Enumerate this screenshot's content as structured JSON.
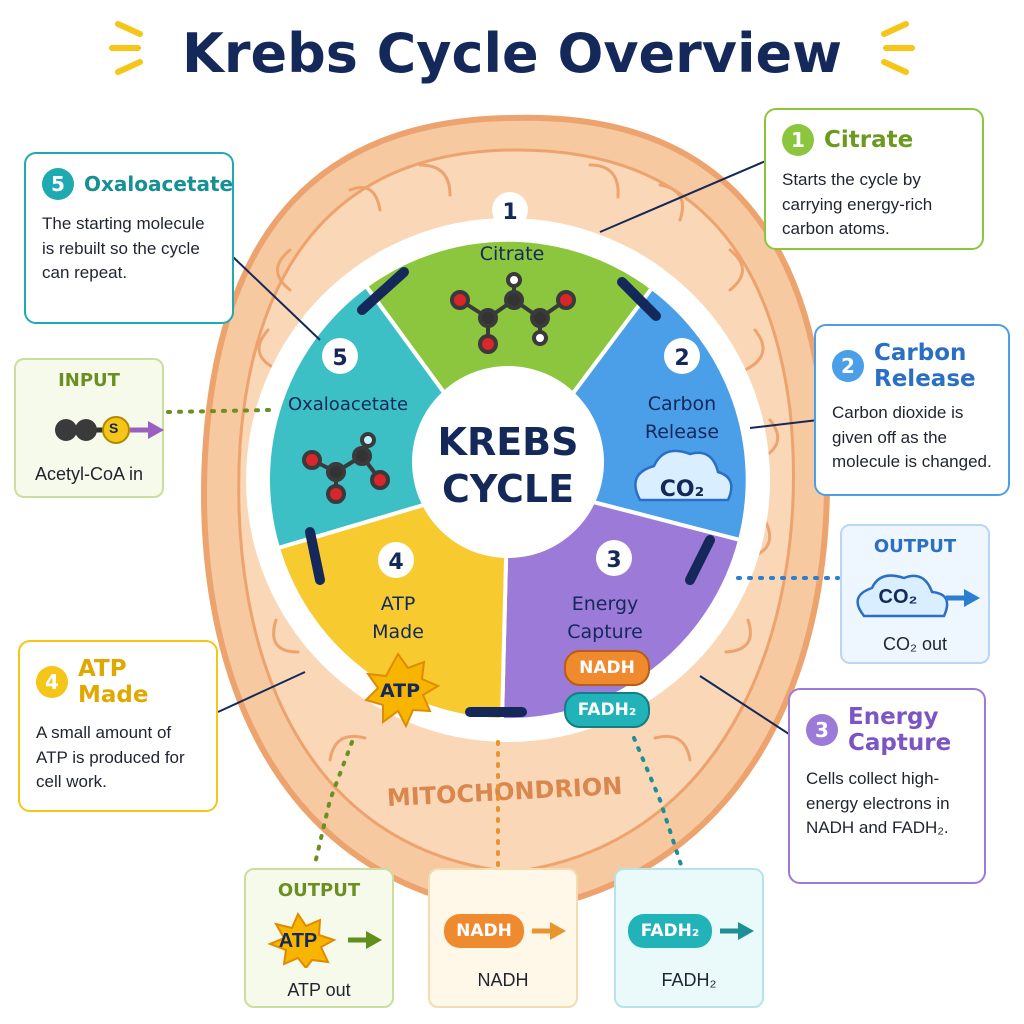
{
  "title": "Krebs Cycle Overview",
  "center_label": [
    "KREBS",
    "CYCLE"
  ],
  "mitochondrion_label": "MITOCHONDRION",
  "colors": {
    "navy": "#14285a",
    "green": "#8cc63f",
    "blue": "#4a9fe8",
    "purple": "#9b7ad8",
    "yellow": "#f7cb2f",
    "teal": "#3dbfc6",
    "orange": "#f08a2e",
    "mito_fill": "#f6c9a0",
    "mito_border": "#eda36e"
  },
  "segments": [
    {
      "number": "1",
      "name": "Citrate"
    },
    {
      "number": "2",
      "name": "Carbon Release",
      "chip": "CO₂"
    },
    {
      "number": "3",
      "name": "Energy Capture",
      "chips": [
        "NADH",
        "FADH₂"
      ]
    },
    {
      "number": "4",
      "name": "ATP Made",
      "chip": "ATP"
    },
    {
      "number": "5",
      "name": "Oxaloacetate"
    }
  ],
  "cards": {
    "citrate": {
      "number": "1",
      "title": "Citrate",
      "desc": "Starts the cycle by carrying energy-rich carbon atoms."
    },
    "carbon_release": {
      "number": "2",
      "title": "Carbon Release",
      "desc": "Carbon dioxide is given off as the molecule is changed."
    },
    "energy_capture": {
      "number": "3",
      "title": "Energy Capture",
      "desc": "Cells collect high-energy electrons in NADH and FADH₂."
    },
    "atp_made": {
      "number": "4",
      "title": "ATP Made",
      "desc": "A small amount of ATP is produced for cell work."
    },
    "oxaloacetate": {
      "number": "5",
      "title": "Oxaloacetate",
      "desc": "The starting molecule is rebuilt so the cycle can repeat."
    }
  },
  "io": {
    "input": {
      "label": "INPUT",
      "caption": "Acetyl-CoA in",
      "atom": "S"
    },
    "output_co2": {
      "label": "OUTPUT",
      "chip": "CO₂",
      "caption": "CO₂ out"
    },
    "output_atp": {
      "label": "OUTPUT",
      "chip": "ATP",
      "caption": "ATP out"
    },
    "output_nadh": {
      "chip": "NADH",
      "caption": "NADH"
    },
    "output_fadh2": {
      "chip": "FADH₂",
      "caption": "FADH₂"
    }
  }
}
